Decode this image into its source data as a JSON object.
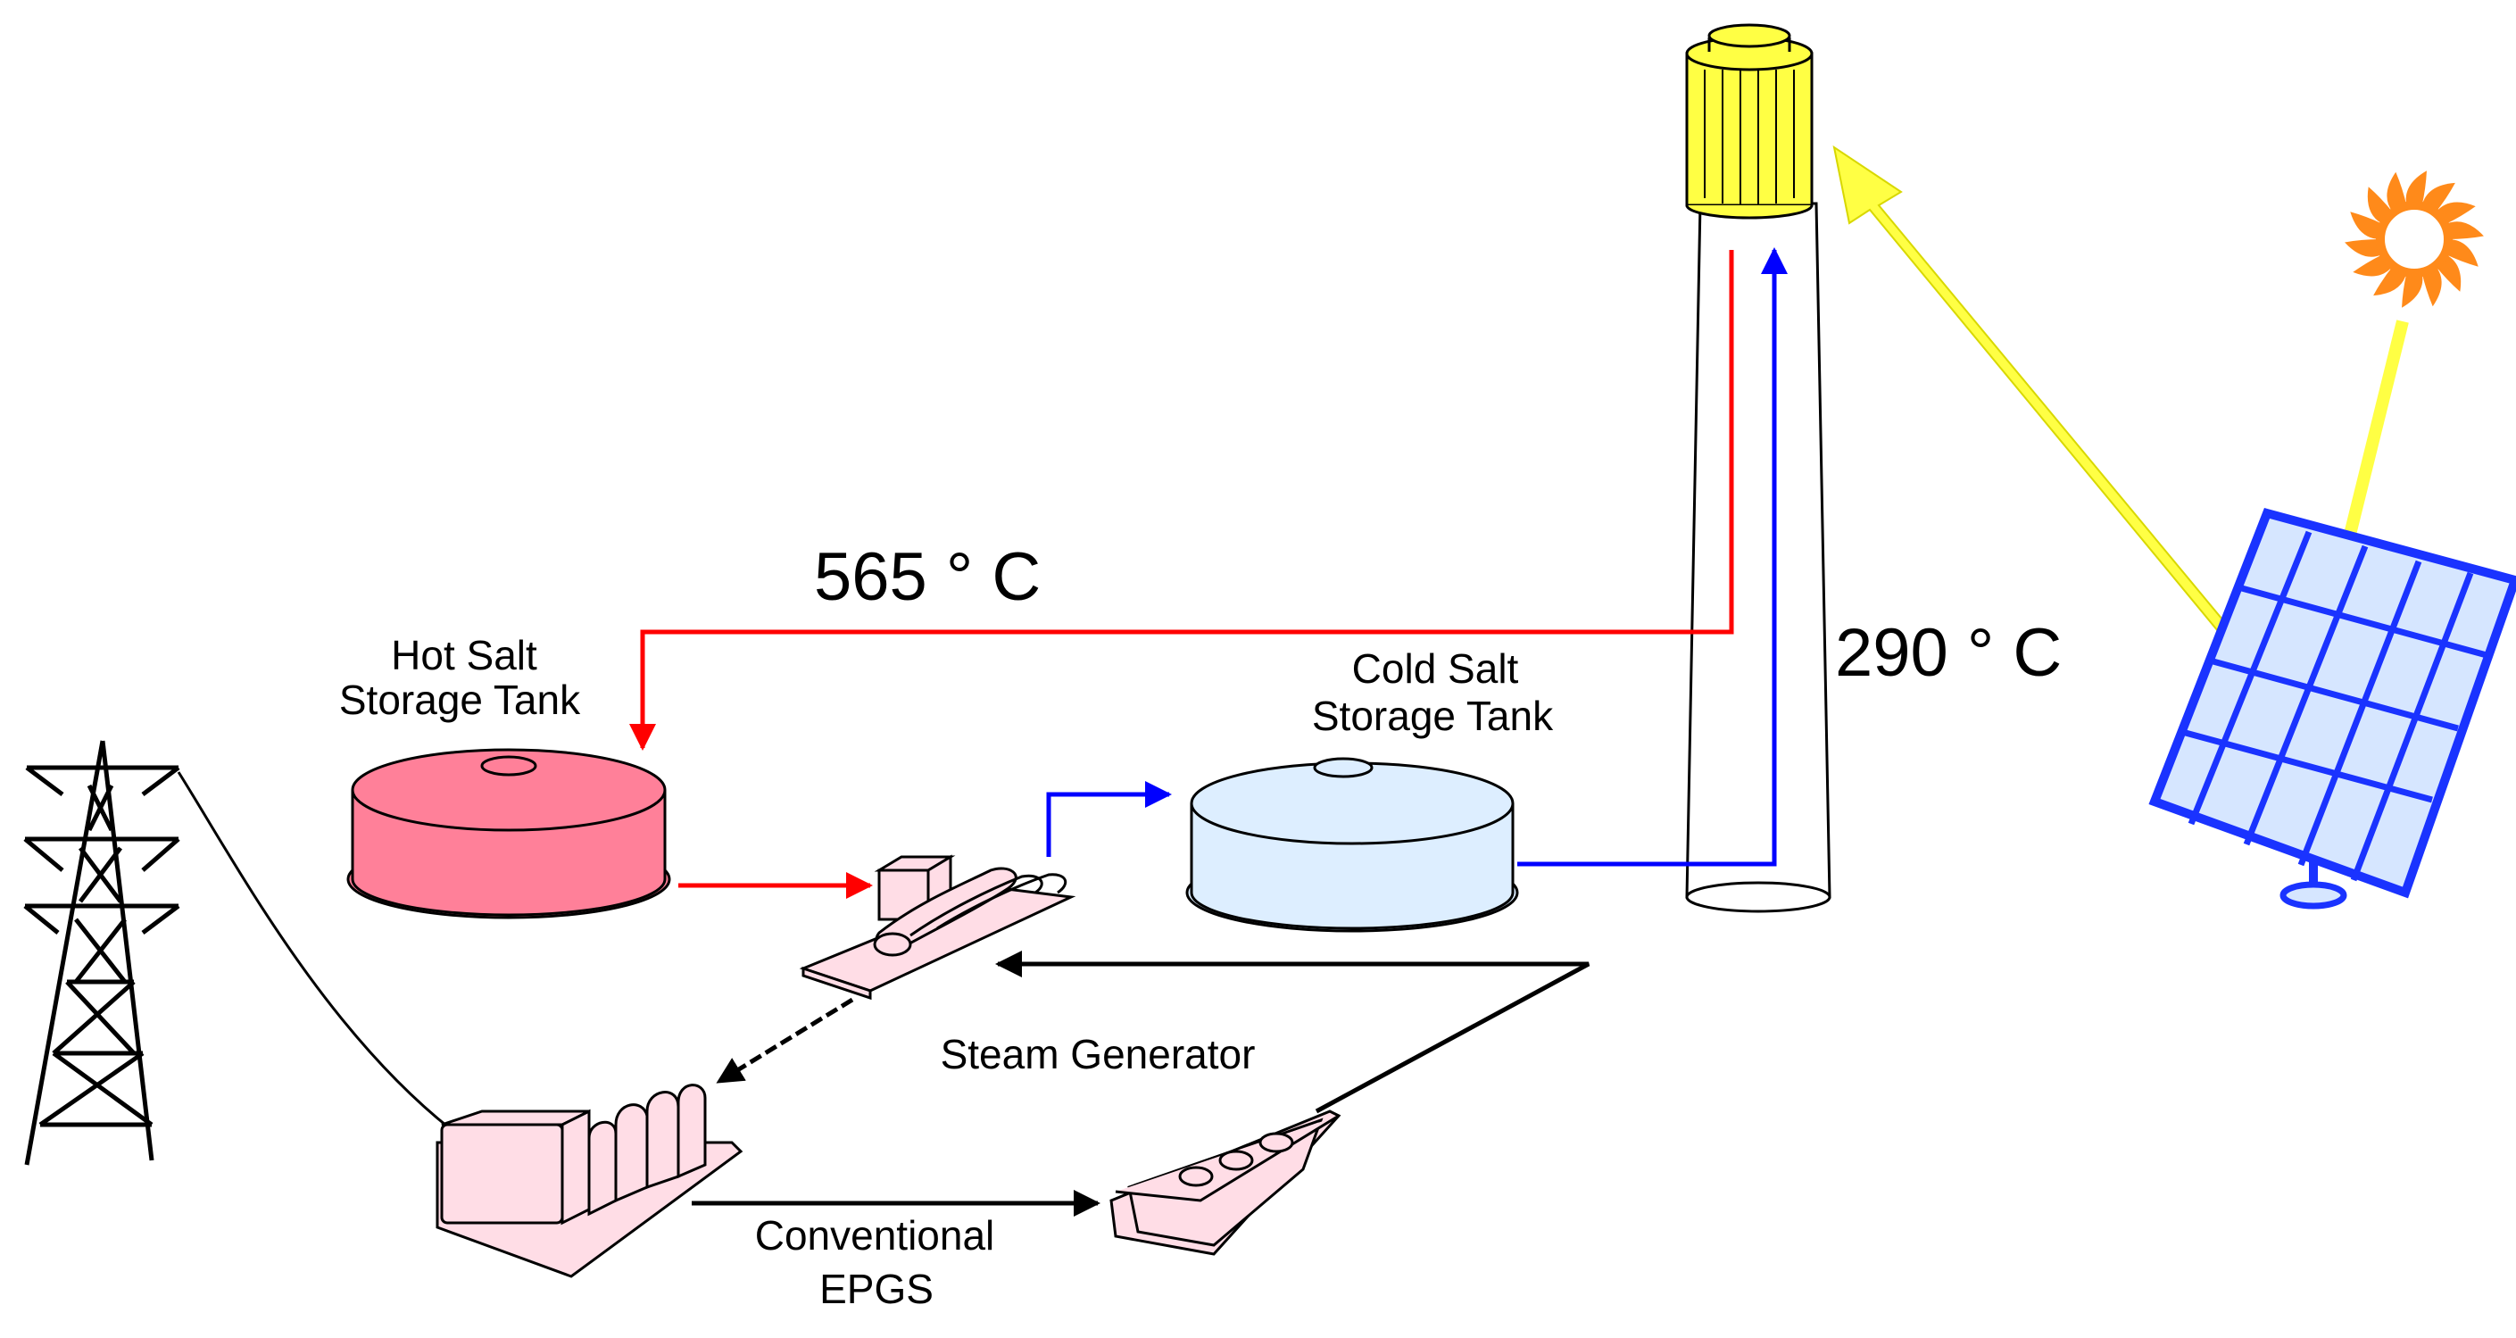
{
  "labels": {
    "hot_tank": [
      "Hot Salt",
      "Storage Tank"
    ],
    "cold_tank": [
      "Cold Salt",
      "Storage Tank"
    ],
    "steam_generator": "Steam Generator",
    "epgs": [
      "Conventional",
      "EPGS"
    ]
  },
  "temperatures": {
    "hot": "565 ° C",
    "cold": "290 ° C"
  },
  "colors": {
    "hot_flow": "#ff0000",
    "cold_flow": "#0000ff",
    "water_flow": "#000000",
    "sunlight": "#ffff44",
    "sun": "#ff8a1a",
    "receiver": "#ffff44",
    "hot_tank": "#ff8099",
    "cold_tank": "#ddeeff",
    "heliostat_frame": "#1a33ff",
    "heliostat_cells": "#d6e6ff",
    "equipment": "#ffdde6"
  },
  "icons": [
    "transmission-tower-icon",
    "sun-icon",
    "heliostat-icon",
    "receiver-tower-icon",
    "turbine-icon",
    "condenser-icon"
  ]
}
